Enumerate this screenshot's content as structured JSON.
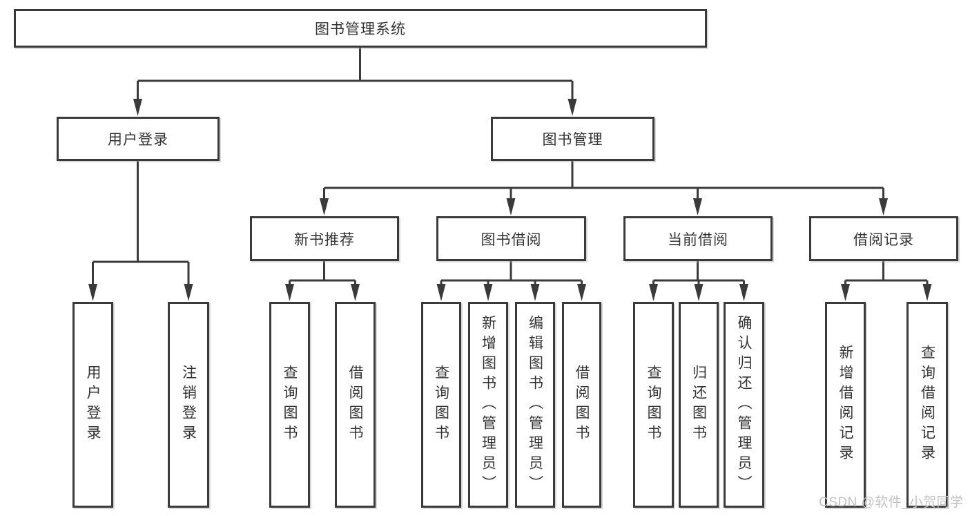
{
  "diagram": {
    "type": "functional-structure-chart",
    "title": "图书管理系统"
  },
  "colors": {
    "line": "#3a3a3a",
    "box_border": "#3a3a3a",
    "box_fill": "#ffffff",
    "text": "#333333",
    "watermark": "#c2c2c2",
    "background": "#ffffff"
  },
  "nodes": {
    "root": {
      "label": "图书管理系统"
    },
    "user_login": {
      "label": "用户登录"
    },
    "book_mgmt": {
      "label": "图书管理"
    },
    "new_book_rec": {
      "label": "新书推荐"
    },
    "book_borrow": {
      "label": "图书借阅"
    },
    "current_borrow": {
      "label": "当前借阅"
    },
    "borrow_record": {
      "label": "借阅记录"
    },
    "leaves": {
      "login_1": {
        "label": "用户登录"
      },
      "login_2": {
        "label": "注销登录"
      },
      "rec_1": {
        "label": "查询图书"
      },
      "rec_2": {
        "label": "借阅图书"
      },
      "borrow_1": {
        "label": "查询图书"
      },
      "borrow_2": {
        "label": "新增图书（管理员）"
      },
      "borrow_3": {
        "label": "编辑图书（管理员）"
      },
      "borrow_4": {
        "label": "借阅图书"
      },
      "current_1": {
        "label": "查询图书"
      },
      "current_2": {
        "label": "归还图书"
      },
      "current_3": {
        "label": "确认归还（管理员）"
      },
      "record_1": {
        "label": "新增借阅记录"
      },
      "record_2": {
        "label": "查询借阅记录"
      }
    }
  },
  "hierarchy": {
    "图书管理系统": {
      "用户登录": [
        "用户登录",
        "注销登录"
      ],
      "图书管理": {
        "新书推荐": [
          "查询图书",
          "借阅图书"
        ],
        "图书借阅": [
          "查询图书",
          "新增图书（管理员）",
          "编辑图书（管理员）",
          "借阅图书"
        ],
        "当前借阅": [
          "查询图书",
          "归还图书",
          "确认归还（管理员）"
        ],
        "借阅记录": [
          "新增借阅记录",
          "查询借阅记录"
        ]
      }
    }
  },
  "watermark": {
    "text": "CSDN @软件_小贺同学"
  }
}
